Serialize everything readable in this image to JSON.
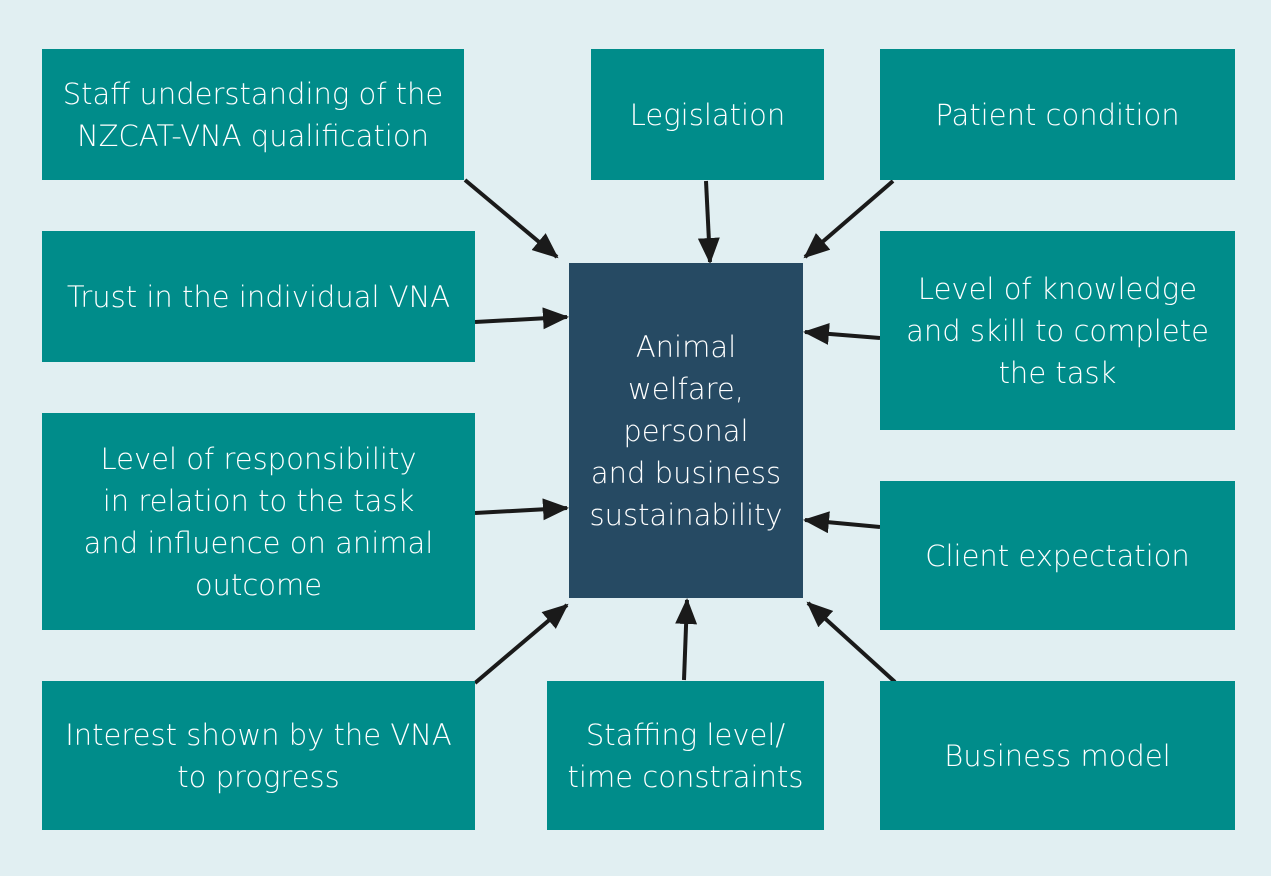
{
  "diagram": {
    "center": "Animal\nwelfare,\npersonal\nand business\nsustainability",
    "factors": {
      "staff_understanding": "Staff understanding of the\nNZCAT-VNA qualification",
      "legislation": "Legislation",
      "patient_condition": "Patient condition",
      "trust": "Trust in the individual VNA",
      "knowledge_skill": "Level of knowledge\nand skill to complete\nthe task",
      "responsibility": "Level of responsibility\nin relation to the task\nand influence on animal\noutcome",
      "client_expectation": "Client expectation",
      "interest_progress": "Interest shown by the VNA\nto progress",
      "staffing_level": "Staffing level/\ntime constraints",
      "business_model": "Business model"
    },
    "colors": {
      "background": "#e1eff2",
      "factor_box": "#008c8a",
      "center_box": "#264a63",
      "arrow": "#1a1a1a",
      "text": "#ffffff"
    }
  }
}
